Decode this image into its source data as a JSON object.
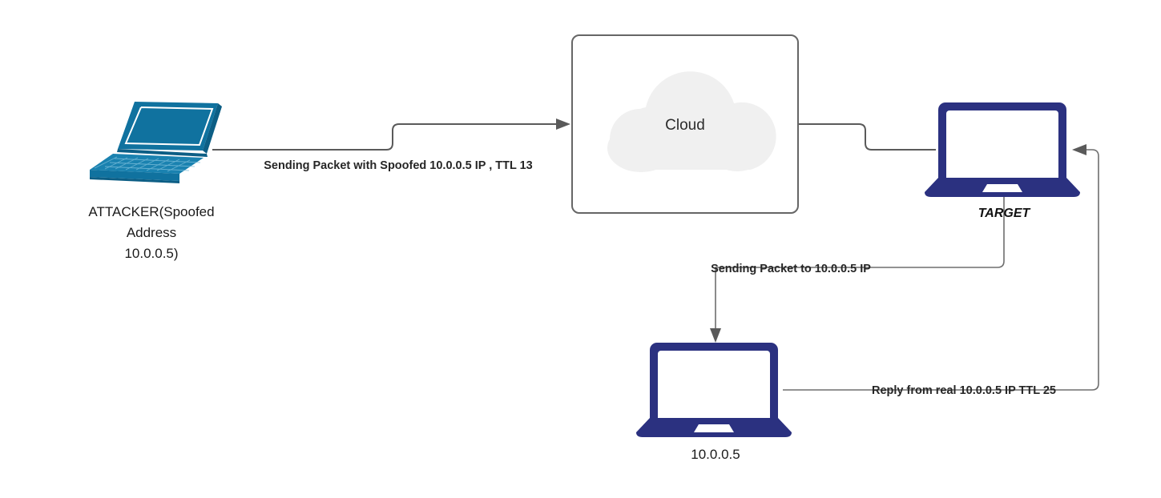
{
  "diagram": {
    "title_text_present": false,
    "background_color": "#ffffff",
    "line_color": "#5A5A5A",
    "nodes": [
      {
        "id": "attacker",
        "icon": "laptop-teal-icon",
        "label_lines": [
          "ATTACKER(Spoofed",
          "Address",
          "10.0.0.5)"
        ],
        "color": "#10729F"
      },
      {
        "id": "cloud",
        "icon": "cloud-icon",
        "label": "Cloud",
        "container_shape": "rounded-rectangle",
        "container_border_color": "#666666",
        "cloud_fill": "#F0F0F0"
      },
      {
        "id": "target",
        "icon": "laptop-navy-icon",
        "label": "TARGET",
        "color": "#2B3180"
      },
      {
        "id": "victim",
        "icon": "laptop-navy-icon",
        "label": "10.0.0.5",
        "color": "#2B3180"
      }
    ],
    "edges": [
      {
        "id": "attacker-to-cloud",
        "from": "attacker",
        "to": "cloud",
        "label": "Sending Packet with Spoofed 10.0.0.5 IP , TTL 13",
        "arrow": true
      },
      {
        "id": "cloud-to-target",
        "from": "cloud",
        "to": "target",
        "label": "",
        "arrow": false
      },
      {
        "id": "target-to-victim",
        "from": "target",
        "to": "victim",
        "label": "Sending Packet to 10.0.0.5 IP",
        "arrow": true
      },
      {
        "id": "victim-to-target",
        "from": "victim",
        "to": "target",
        "label": "Reply from real 10.0.0.5 IP TTL 25",
        "arrow": true
      }
    ]
  }
}
